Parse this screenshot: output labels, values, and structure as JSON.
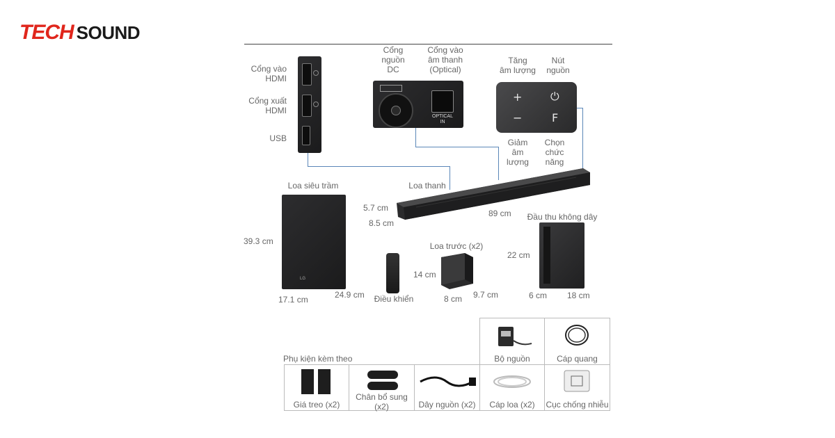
{
  "logo": {
    "part1": "TECH",
    "part2": "SOUND"
  },
  "labels": {
    "hdmi_in": "Cổng vào\nHDMI",
    "hdmi_out": "Cổng xuất\nHDMI",
    "usb": "USB",
    "dc_power": "Cổng\nnguồn\nDC",
    "optical_in": "Cổng vào\nâm thanh\n(Optical)",
    "optical_port_text": "OPTICAL\nIN",
    "vol_up": "Tăng\nâm lượng",
    "power_button": "Nút\nnguồn",
    "vol_down": "Giảm\nâm\nlượng",
    "function": "Chọn\nchức\nnăng",
    "subwoofer": "Loa siêu trầm",
    "soundbar": "Loa thanh",
    "wireless_receiver": "Đầu thu không dây",
    "front_speakers": "Loa trước (x2)",
    "remote": "Điều khiển"
  },
  "dimensions": {
    "soundbar_height": "5.7 cm",
    "soundbar_depth": "8.5 cm",
    "soundbar_width": "89 cm",
    "sub_height": "39.3 cm",
    "sub_width": "17.1 cm",
    "sub_depth": "24.9 cm",
    "front_height": "14 cm",
    "front_width": "8 cm",
    "front_depth": "9.7 cm",
    "receiver_height": "22 cm",
    "receiver_width": "6 cm",
    "receiver_depth": "18 cm"
  },
  "control_symbols": {
    "plus": "+",
    "power": "⏻",
    "minus": "−",
    "function": "F"
  },
  "accessories": {
    "title": "Phụ kiện kèm theo",
    "items": [
      "Giá treo (x2)",
      "Chân bổ sung\n(x2)",
      "Dây nguồn (x2)",
      "Cáp loa (x2)",
      "Cục chống nhiễu",
      "Bộ nguồn",
      "Cáp quang"
    ]
  },
  "colors": {
    "logo_red": "#e0261c",
    "leader_line": "#5a86b8",
    "device_dark": "#222222"
  }
}
